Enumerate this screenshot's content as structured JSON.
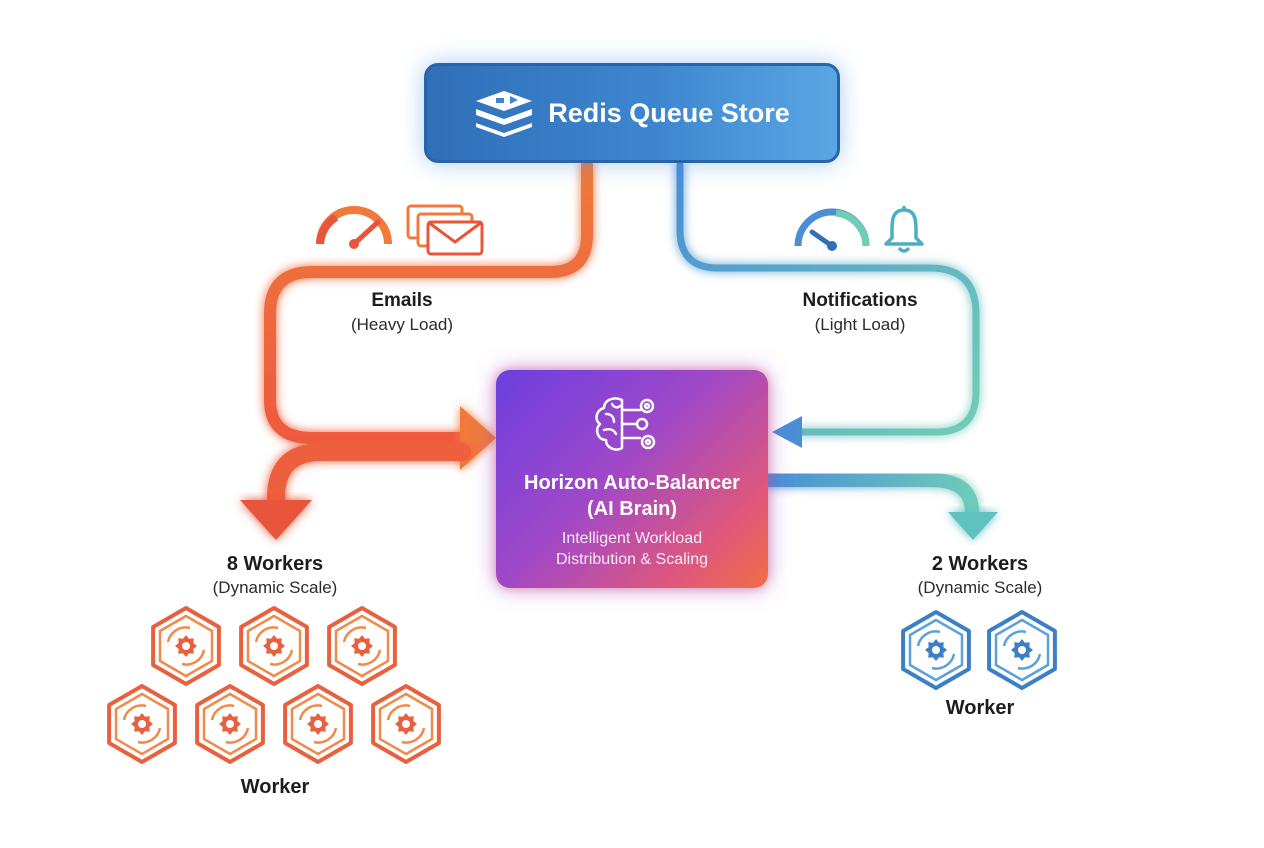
{
  "redis": {
    "title": "Redis Queue Store"
  },
  "emails": {
    "title": "Emails",
    "subtitle": "(Heavy Load)"
  },
  "notifications": {
    "title": "Notifications",
    "subtitle": "(Light Load)"
  },
  "balancer": {
    "title": "Horizon Auto-Balancer\n(AI Brain)",
    "subtitle": "Intelligent Workload\nDistribution & Scaling"
  },
  "left_pool": {
    "title": "8 Workers",
    "subtitle": "(Dynamic Scale)",
    "label": "Worker"
  },
  "right_pool": {
    "title": "2 Workers",
    "subtitle": "(Dynamic Scale)",
    "label": "Worker"
  },
  "colors": {
    "heavy": "#f06a3f",
    "heavy_dark": "#e8553a",
    "light": "#4a8fd6",
    "light_teal": "#6cc9b7",
    "redis": "#3d86cf",
    "brain_start": "#6b3fe0",
    "brain_end": "#f06f45"
  },
  "icons": {
    "redis": "stack-icon",
    "emails": [
      "gauge-high-icon",
      "envelopes-icon"
    ],
    "notifications": [
      "gauge-low-icon",
      "bell-icon"
    ],
    "balancer": "brain-gears-icon",
    "worker": "hex-gear-icon"
  }
}
